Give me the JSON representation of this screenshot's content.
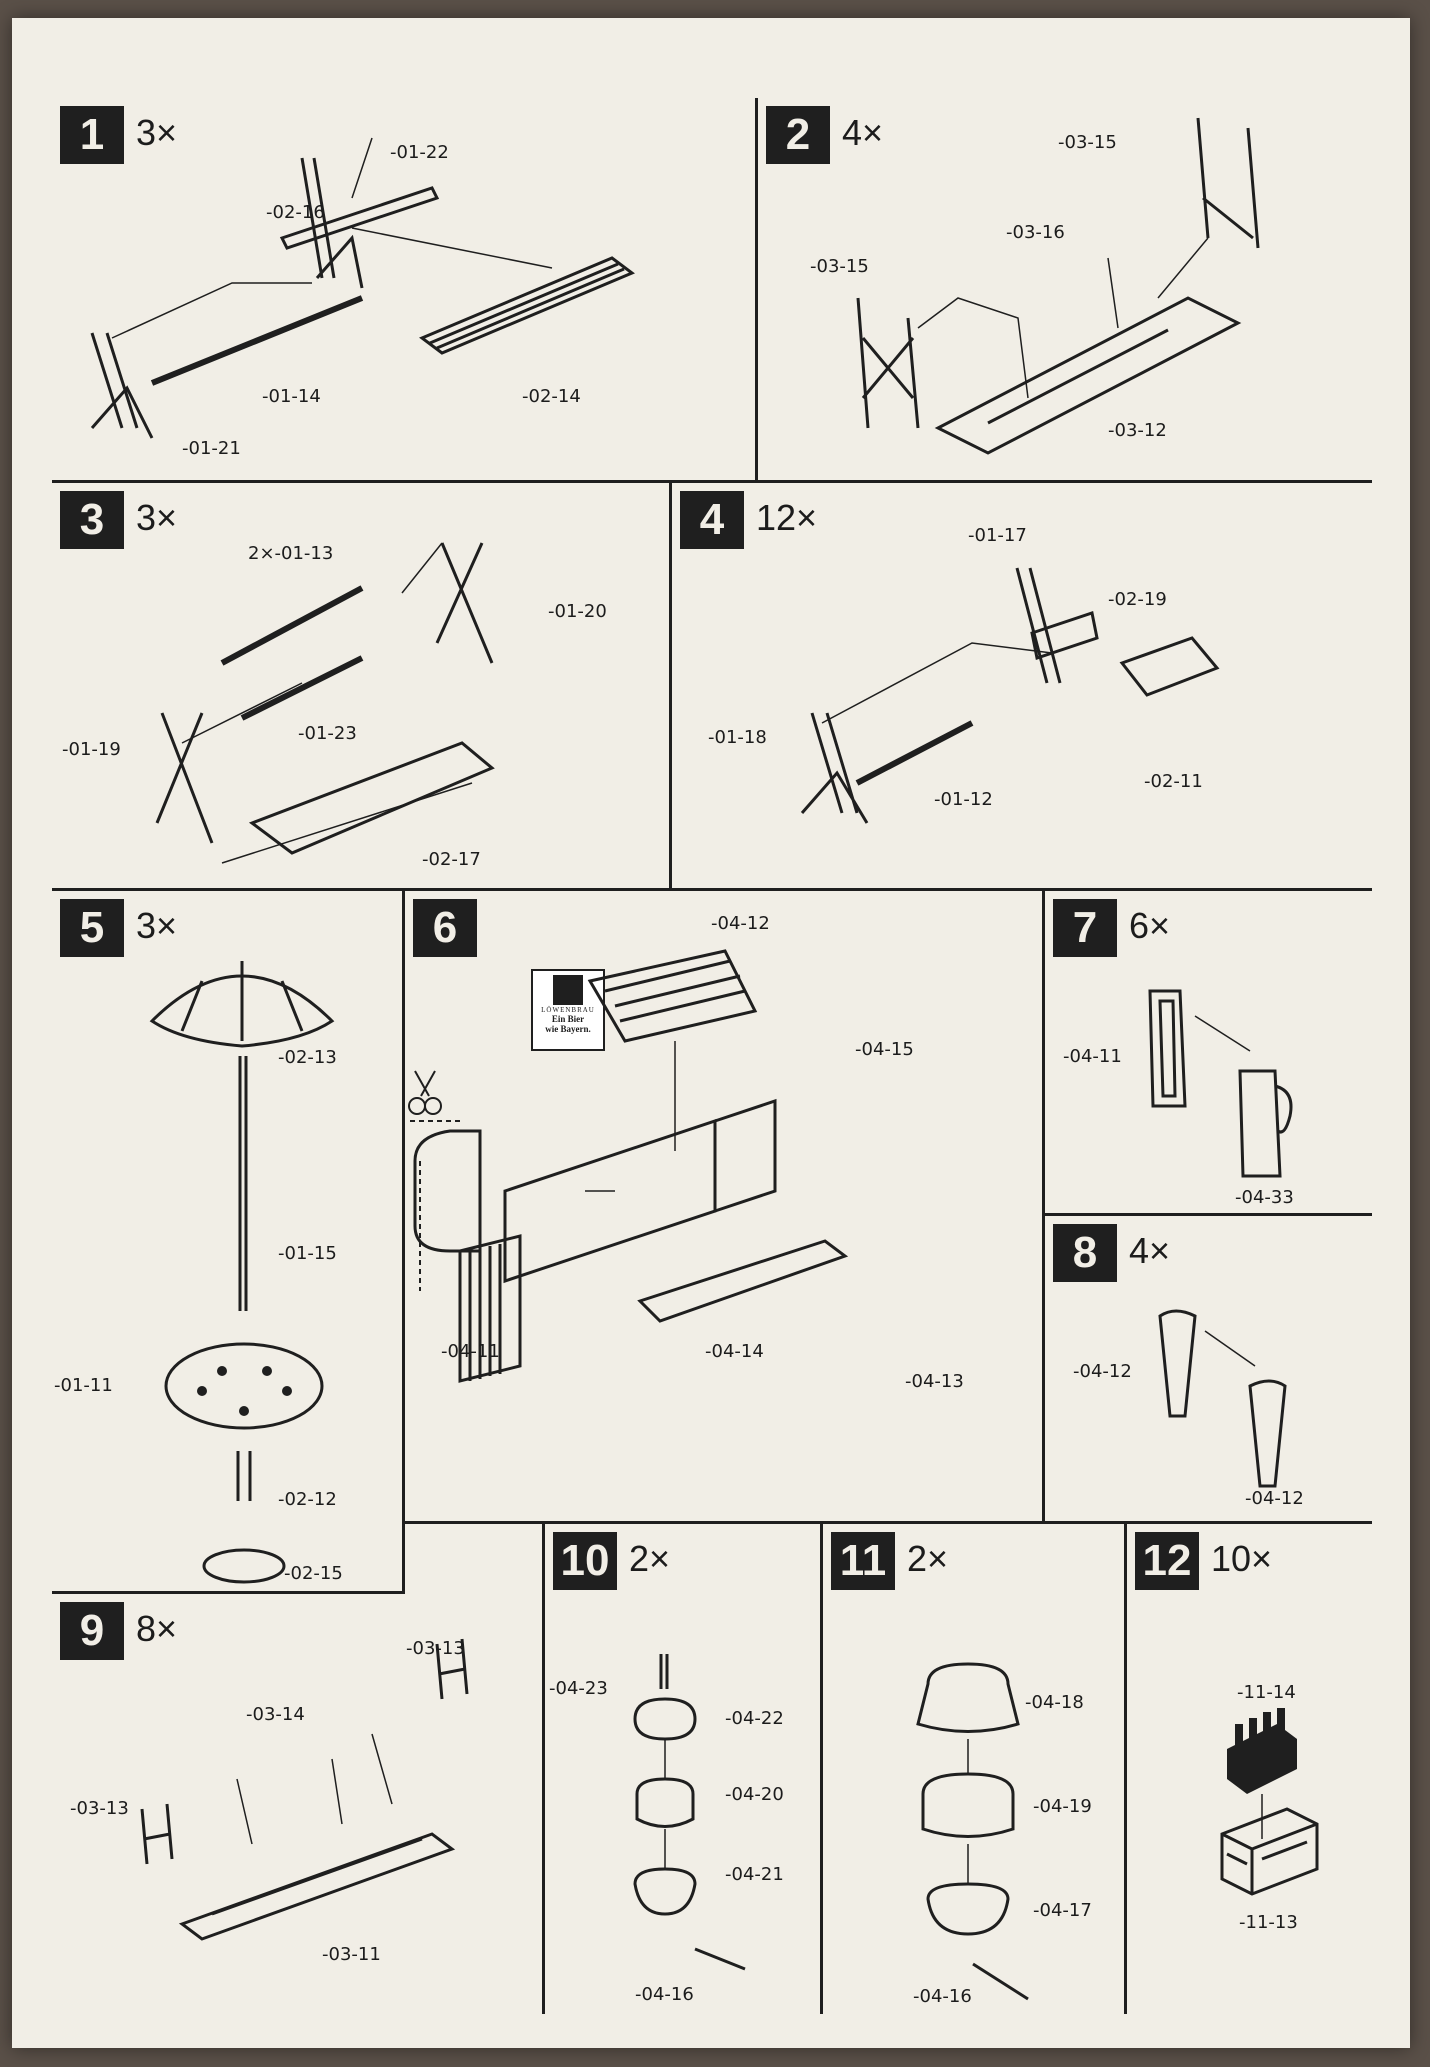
{
  "steps": [
    {
      "num": "1",
      "qty": "3×",
      "parts": [
        "-01-22",
        "-02-16",
        "-01-14",
        "-02-14",
        "-01-21"
      ]
    },
    {
      "num": "2",
      "qty": "4×",
      "parts": [
        "-03-15",
        "-03-16",
        "-03-15",
        "-03-12"
      ]
    },
    {
      "num": "3",
      "qty": "3×",
      "parts": [
        "2×-01-13",
        "-01-20",
        "-01-19",
        "-01-23",
        "-02-17"
      ]
    },
    {
      "num": "4",
      "qty": "12×",
      "parts": [
        "-01-17",
        "-02-19",
        "-01-18",
        "-01-12",
        "-02-11"
      ]
    },
    {
      "num": "5",
      "qty": "3×",
      "parts": [
        "-02-13",
        "-01-15",
        "-01-11",
        "-02-12",
        "-02-15"
      ]
    },
    {
      "num": "6",
      "qty": "",
      "parts": [
        "-04-12",
        "-04-15",
        "-04-11",
        "-04-14",
        "-04-13"
      ],
      "logo": {
        "brand": "LÖWENBRAU",
        "slogan_1": "Ein Bier",
        "slogan_2": "wie Bayern."
      }
    },
    {
      "num": "7",
      "qty": "6×",
      "parts": [
        "-04-11",
        "-04-33"
      ]
    },
    {
      "num": "8",
      "qty": "4×",
      "parts": [
        "-04-12",
        "-04-12"
      ]
    },
    {
      "num": "9",
      "qty": "8×",
      "parts": [
        "-03-13",
        "-03-14",
        "-03-13",
        "-03-11"
      ]
    },
    {
      "num": "10",
      "qty": "2×",
      "parts": [
        "-04-23",
        "-04-22",
        "-04-20",
        "-04-21",
        "-04-16"
      ]
    },
    {
      "num": "11",
      "qty": "2×",
      "parts": [
        "-04-18",
        "-04-19",
        "-04-17",
        "-04-16"
      ]
    },
    {
      "num": "12",
      "qty": "10×",
      "parts": [
        "-11-14",
        "-11-13"
      ]
    }
  ]
}
